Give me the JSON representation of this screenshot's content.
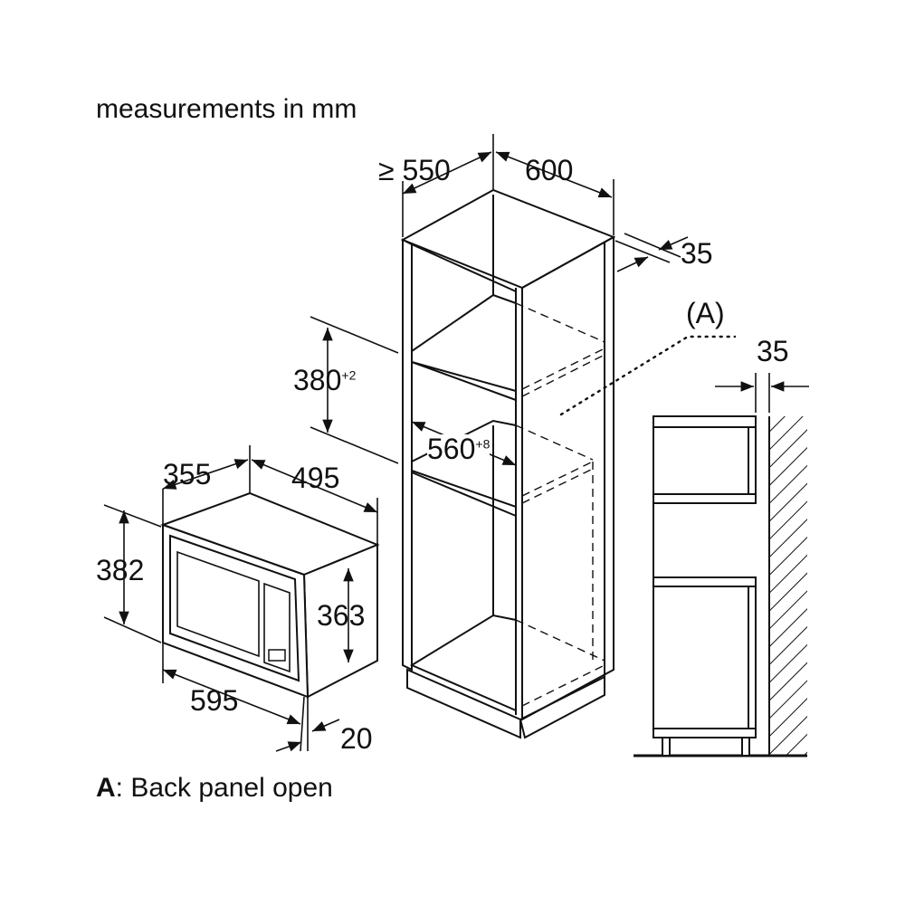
{
  "header": {
    "units_note": "measurements in mm"
  },
  "legend": {
    "key": "A",
    "text": ": Back panel open"
  },
  "microwave": {
    "depth_total": "355",
    "depth_body": "495",
    "height_total": "382",
    "height_body": "363",
    "width": "595",
    "frame": "20"
  },
  "cabinet": {
    "depth_min_prefix": "≥",
    "depth_min": "550",
    "width": "600",
    "back_gap": "35",
    "niche_height": "380",
    "niche_height_tol": "+2",
    "niche_width": "560",
    "niche_width_tol": "+8"
  },
  "detail": {
    "label": "(A)",
    "gap": "35"
  }
}
